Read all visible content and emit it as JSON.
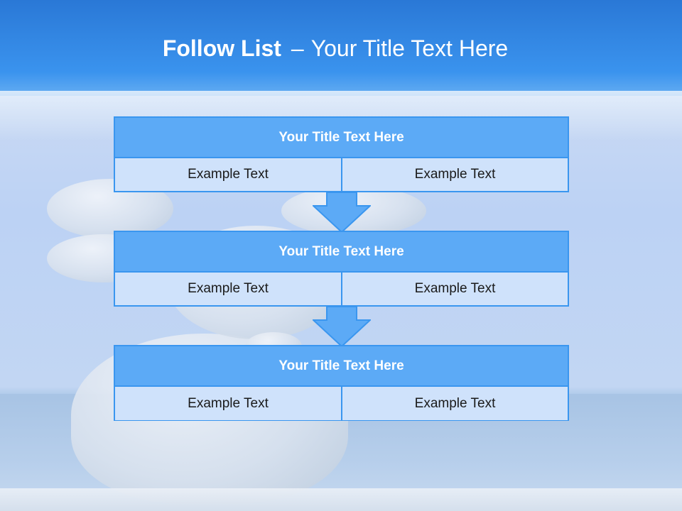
{
  "slide": {
    "title_bold": "Follow List",
    "title_separator": "–",
    "title_rest": "Your Title Text Here"
  },
  "steps": [
    {
      "title": "Your Title Text Here",
      "left": "Example Text",
      "right": "Example Text"
    },
    {
      "title": "Your Title Text Here",
      "left": "Example Text",
      "right": "Example Text"
    },
    {
      "title": "Your Title Text Here",
      "left": "Example Text",
      "right": "Example Text"
    }
  ],
  "colors": {
    "header_band": "#3690ee",
    "box_border": "#3a96ef",
    "box_header": "#5caaf6",
    "box_cell": "#cfe2fb",
    "arrow_fill": "#5caaf6"
  },
  "icons": [
    "down-arrow-icon",
    "down-arrow-icon"
  ]
}
